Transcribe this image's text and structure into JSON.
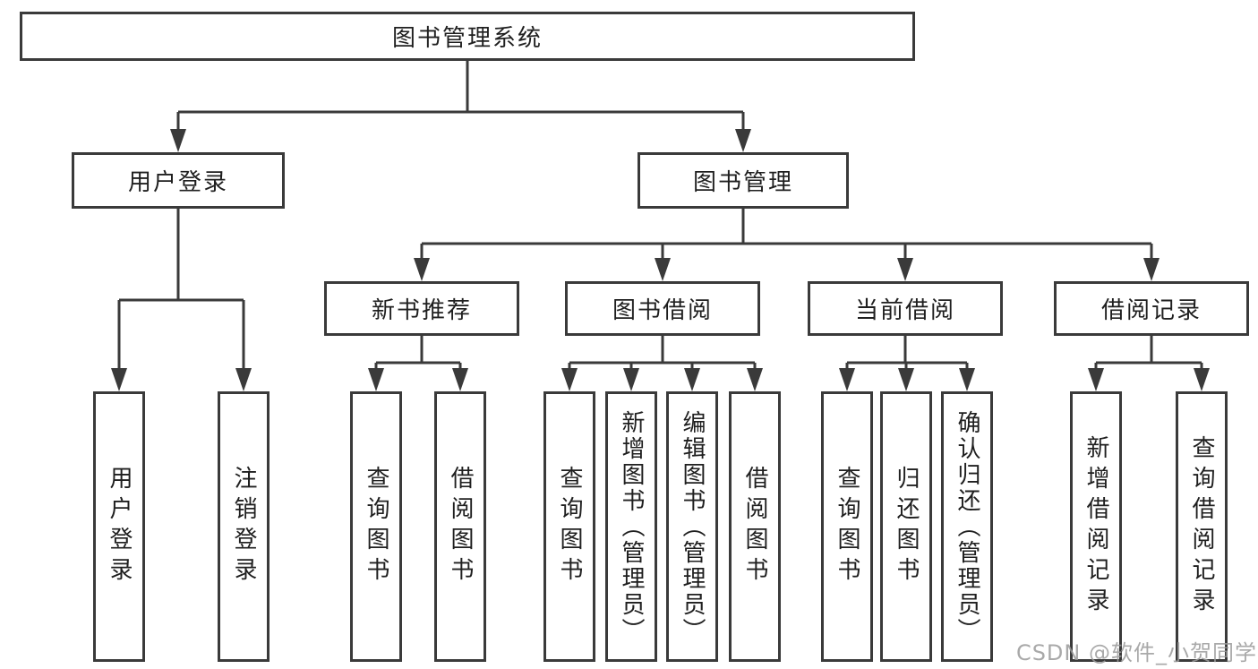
{
  "diagram": {
    "title": "图书管理系统",
    "branches": [
      {
        "label": "用户登录",
        "children": [
          {
            "label": "用户登录"
          },
          {
            "label": "注销登录"
          }
        ]
      },
      {
        "label": "图书管理",
        "children": [
          {
            "label": "新书推荐",
            "children": [
              {
                "label": "查询图书"
              },
              {
                "label": "借阅图书"
              }
            ]
          },
          {
            "label": "图书借阅",
            "children": [
              {
                "label": "查询图书"
              },
              {
                "label": "新增图书（管理员）"
              },
              {
                "label": "编辑图书（管理员）"
              },
              {
                "label": "借阅图书"
              }
            ]
          },
          {
            "label": "当前借阅",
            "children": [
              {
                "label": "查询图书"
              },
              {
                "label": "归还图书"
              },
              {
                "label": "确认归还（管理员）"
              }
            ]
          },
          {
            "label": "借阅记录",
            "children": [
              {
                "label": "新增借阅记录"
              },
              {
                "label": "查询借阅记录"
              }
            ]
          }
        ]
      }
    ]
  },
  "watermark": "CSDN @软件_小贺同学",
  "colors": {
    "line": "#3a3a3a",
    "text": "#1f1f1f",
    "background": "#ffffff",
    "watermark": "#9b9b9b"
  }
}
